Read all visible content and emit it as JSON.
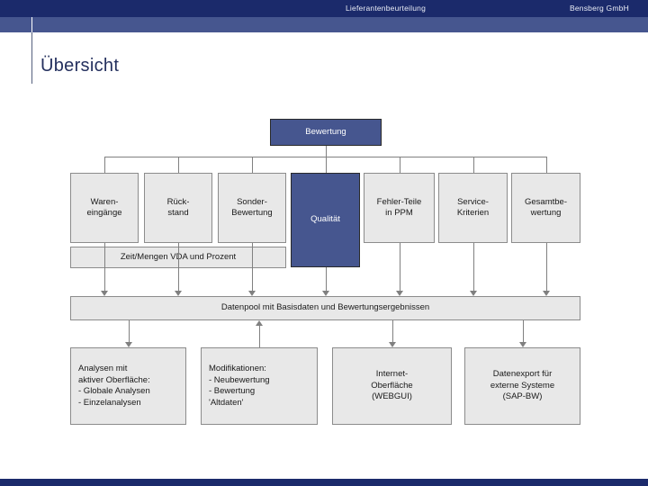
{
  "header": {
    "center_title": "Lieferantenbeurteilung",
    "right_title": "Bensberg GmbH",
    "bar_dark_color": "#1b2a6b",
    "bar_light_color": "#46568f"
  },
  "page": {
    "title": "Übersicht",
    "title_color": "#24305e"
  },
  "diagram": {
    "root": {
      "label": "Bewertung",
      "style": "blue"
    },
    "criteria_row": [
      {
        "label": "Waren-\neingänge",
        "style": "gray"
      },
      {
        "label": "Rück-\nstand",
        "style": "gray"
      },
      {
        "label": "Sonder-\nBewertung",
        "style": "gray"
      },
      {
        "label": "Qualität",
        "style": "blue"
      },
      {
        "label": "Fehler-Teile\nin PPM",
        "style": "gray"
      },
      {
        "label": "Service-\nKriterien",
        "style": "gray"
      },
      {
        "label": "Gesamtbe-\nwertung",
        "style": "gray"
      }
    ],
    "subbar": {
      "label": "Zeit/Mengen VDA und Prozent",
      "style": "gray"
    },
    "datapool": {
      "label": "Datenpool mit Basisdaten und Bewertungsergebnissen",
      "style": "gray"
    },
    "outputs_row": [
      {
        "label": "Analysen mit\naktiver Oberfläche:\n- Globale Analysen\n- Einzelanalysen",
        "style": "gray",
        "align": "left",
        "flow": "down"
      },
      {
        "label": "Modifikationen:\n- Neubewertung\n- Bewertung\n  'Altdaten'",
        "style": "gray",
        "align": "left",
        "flow": "up"
      },
      {
        "label": "Internet-\nOberfläche\n(WEBGUI)",
        "style": "gray",
        "align": "center",
        "flow": "down"
      },
      {
        "label": "Datenexport für\nexterne Systeme\n(SAP-BW)",
        "style": "gray",
        "align": "center",
        "flow": "down"
      }
    ]
  },
  "colors": {
    "node_gray_fill": "#e8e8e8",
    "node_gray_border": "#8c8c8c",
    "node_blue_fill": "#46568f",
    "connector": "#808080"
  }
}
